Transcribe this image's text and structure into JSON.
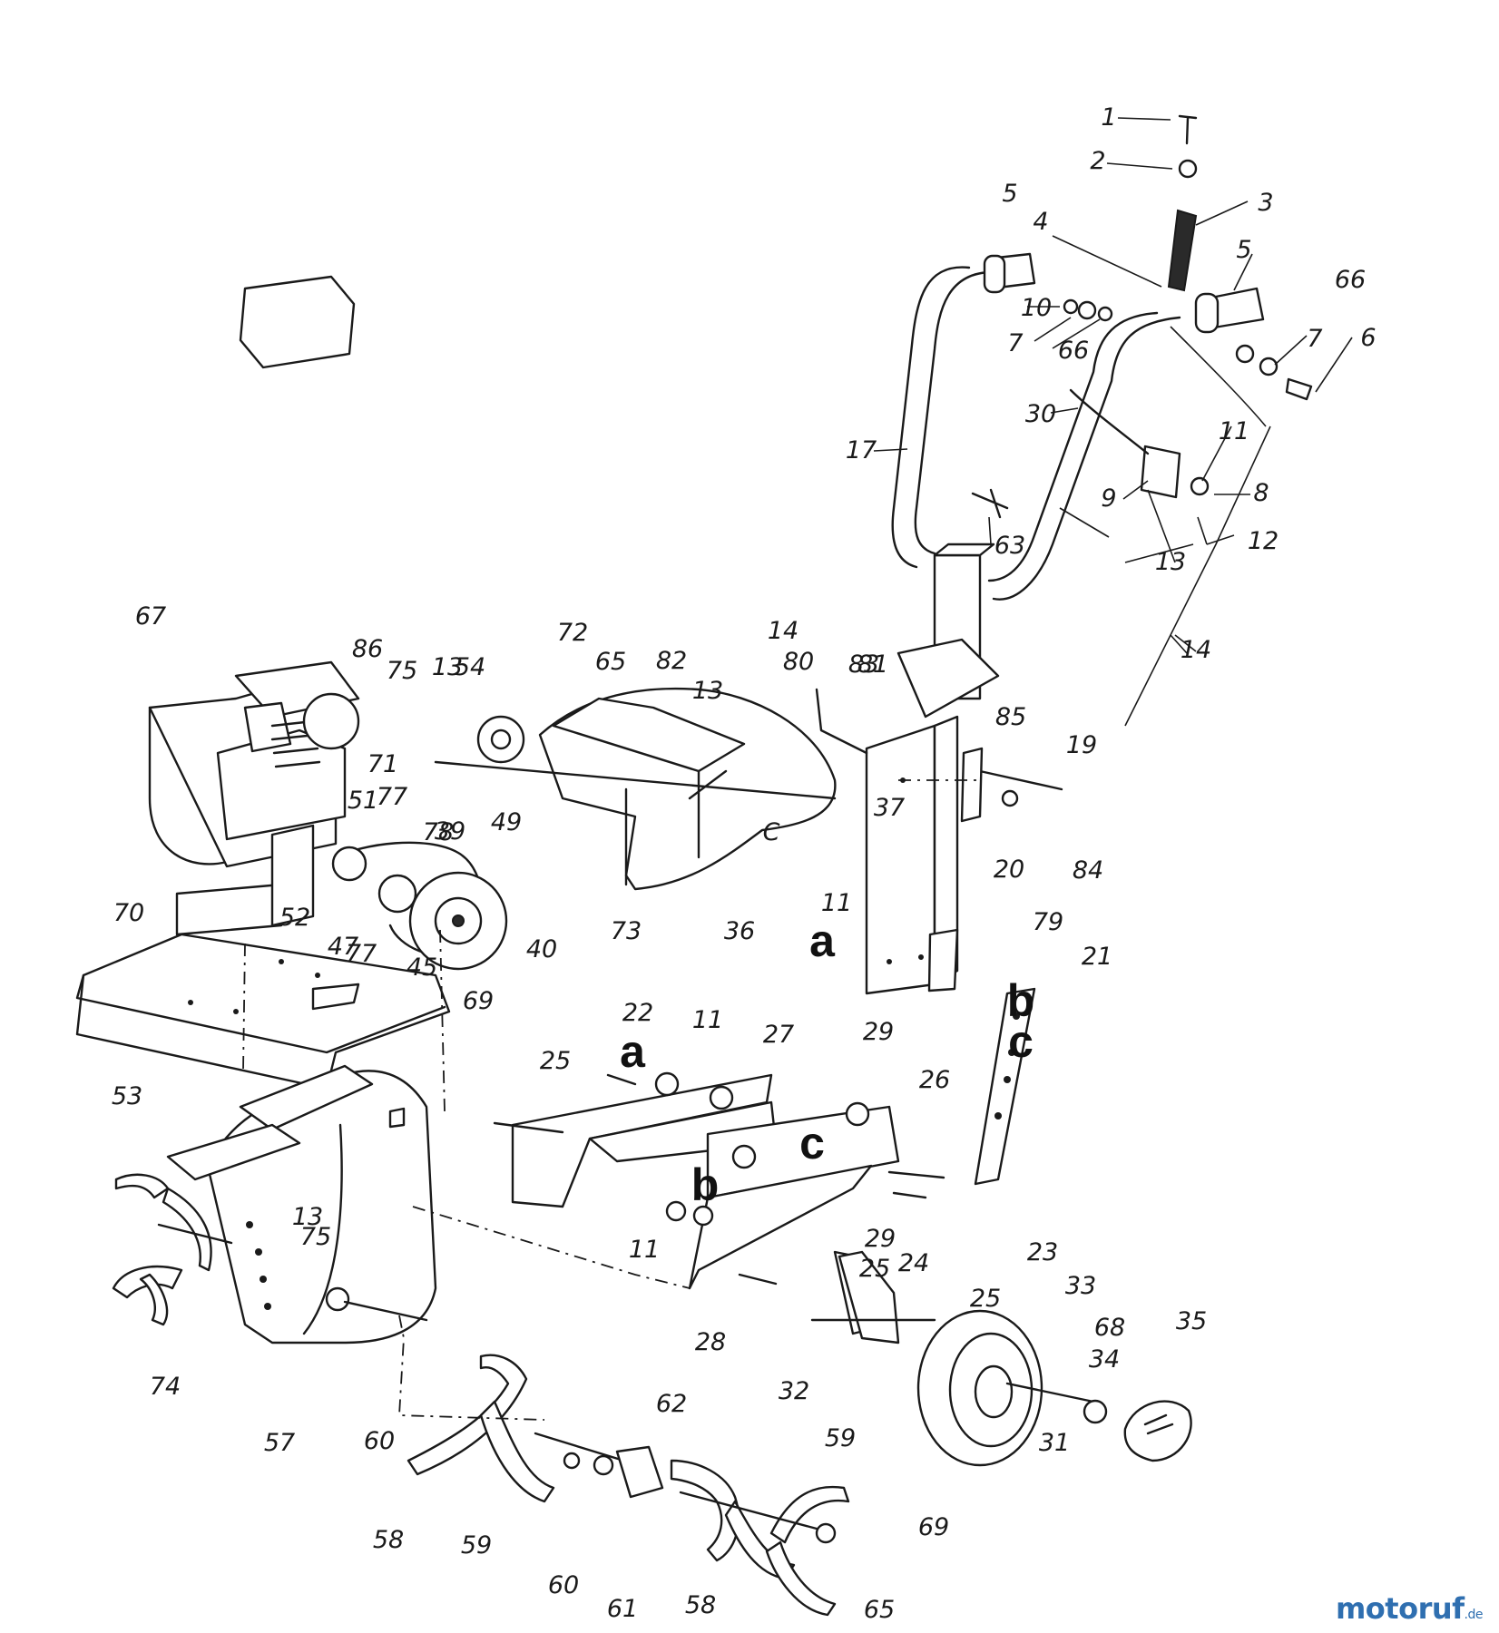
{
  "diagram": {
    "part_numbers": [
      "1",
      "2",
      "3",
      "4",
      "5",
      "5",
      "66",
      "10",
      "7",
      "66",
      "7",
      "6",
      "30",
      "11",
      "17",
      "8",
      "9",
      "12",
      "13",
      "63",
      "14",
      "14",
      "67",
      "86",
      "75",
      "13",
      "54",
      "72",
      "65",
      "82",
      "13",
      "80",
      "83",
      "81",
      "85",
      "19",
      "71",
      "51",
      "77",
      "78",
      "39",
      "49",
      "37",
      "20",
      "84",
      "C",
      "70",
      "52",
      "47",
      "77",
      "45",
      "40",
      "73",
      "36",
      "11",
      "79",
      "21",
      "69",
      "53",
      "22",
      "11",
      "27",
      "29",
      "26",
      "25",
      "11",
      "13",
      "75",
      "29",
      "25",
      "24",
      "23",
      "25",
      "33",
      "28",
      "74",
      "57",
      "60",
      "62",
      "32",
      "68",
      "35",
      "34",
      "31",
      "59",
      "58",
      "59",
      "60",
      "61",
      "58",
      "69",
      "65"
    ],
    "reference_letters": [
      "a",
      "b",
      "c",
      "a",
      "c",
      "b"
    ]
  },
  "watermark": {
    "brand": "motoruf",
    "tld": ".de"
  }
}
